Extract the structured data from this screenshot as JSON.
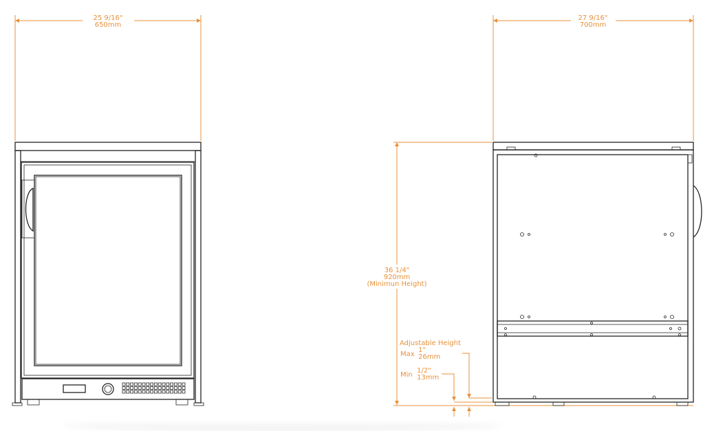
{
  "colors": {
    "dimension": "#e8913a",
    "outline": "#222222"
  },
  "front_view": {
    "width_in": "25 9/16\"",
    "width_mm": "650mm"
  },
  "side_view": {
    "depth_in": "27 9/16\"",
    "depth_mm": "700mm",
    "height_in": "36 1/4\"",
    "height_mm": "920mm",
    "height_note": "(Minimun Height)",
    "adjustable": {
      "title": "Adjustable Height",
      "max_label": "Max",
      "max_in": "1\"",
      "max_mm": "26mm",
      "min_label": "Min",
      "min_in": "1/2\"",
      "min_mm": "13mm"
    }
  }
}
